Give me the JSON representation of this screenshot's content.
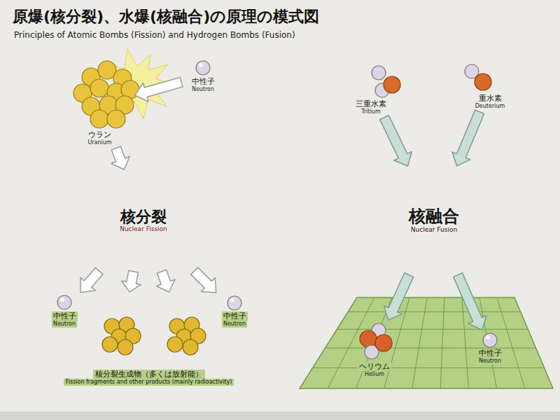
{
  "diagram": {
    "title": "原爆(核分裂)、水爆(核融合)の原理の模式図",
    "nodes": [
      {
        "text": [
          "ウラン",
          "Uranium"
        ]
      },
      {
        "text": [
          "中性子",
          "Neutron"
        ]
      },
      {
        "text": [
          "三重水素",
          "Tritium"
        ]
      },
      {
        "text": [
          "重水素",
          "Deuterium"
        ]
      },
      {
        "text": [
          "核分裂",
          "Nuclear Fission"
        ]
      },
      {
        "text": [
          "核融合",
          "Nuclear Fusion"
        ]
      },
      {
        "text": [
          "核分裂生成物（多くは放射能）",
          "Fission fragments and other products (mainly radioactivity)"
        ]
      },
      {
        "text": [
          "中性子",
          "Neutron"
        ],
        "in": 6
      },
      {
        "text": [
          "中性子",
          "Neutron"
        ],
        "in": 6
      },
      {
        "text": [
          "ヘリウム",
          "Helium"
        ]
      },
      {
        "text": [
          "中性子",
          "Neutron"
        ]
      }
    ],
    "edges": [
      {
        "from": 1,
        "to": 0,
        "arrow": "to"
      },
      {
        "from": 0,
        "to": 4,
        "arrow": "to"
      },
      {
        "from": 2,
        "to": 5,
        "arrow": "to"
      },
      {
        "from": 3,
        "to": 5,
        "arrow": "to"
      },
      {
        "from": 4,
        "to": 7,
        "arrow": "to"
      },
      {
        "from": 4,
        "to": 6,
        "arrow": "to"
      },
      {
        "from": 4,
        "to": 6,
        "arrow": "to"
      },
      {
        "from": 4,
        "to": 8,
        "arrow": "to"
      },
      {
        "from": 5,
        "to": 9,
        "arrow": "to"
      },
      {
        "from": 5,
        "to": 10,
        "arrow": "to"
      }
    ],
    "labels": [
      "Principles of Atomic Bombs (Fission) and Hydrogen Bombs (Fusion)"
    ]
  }
}
